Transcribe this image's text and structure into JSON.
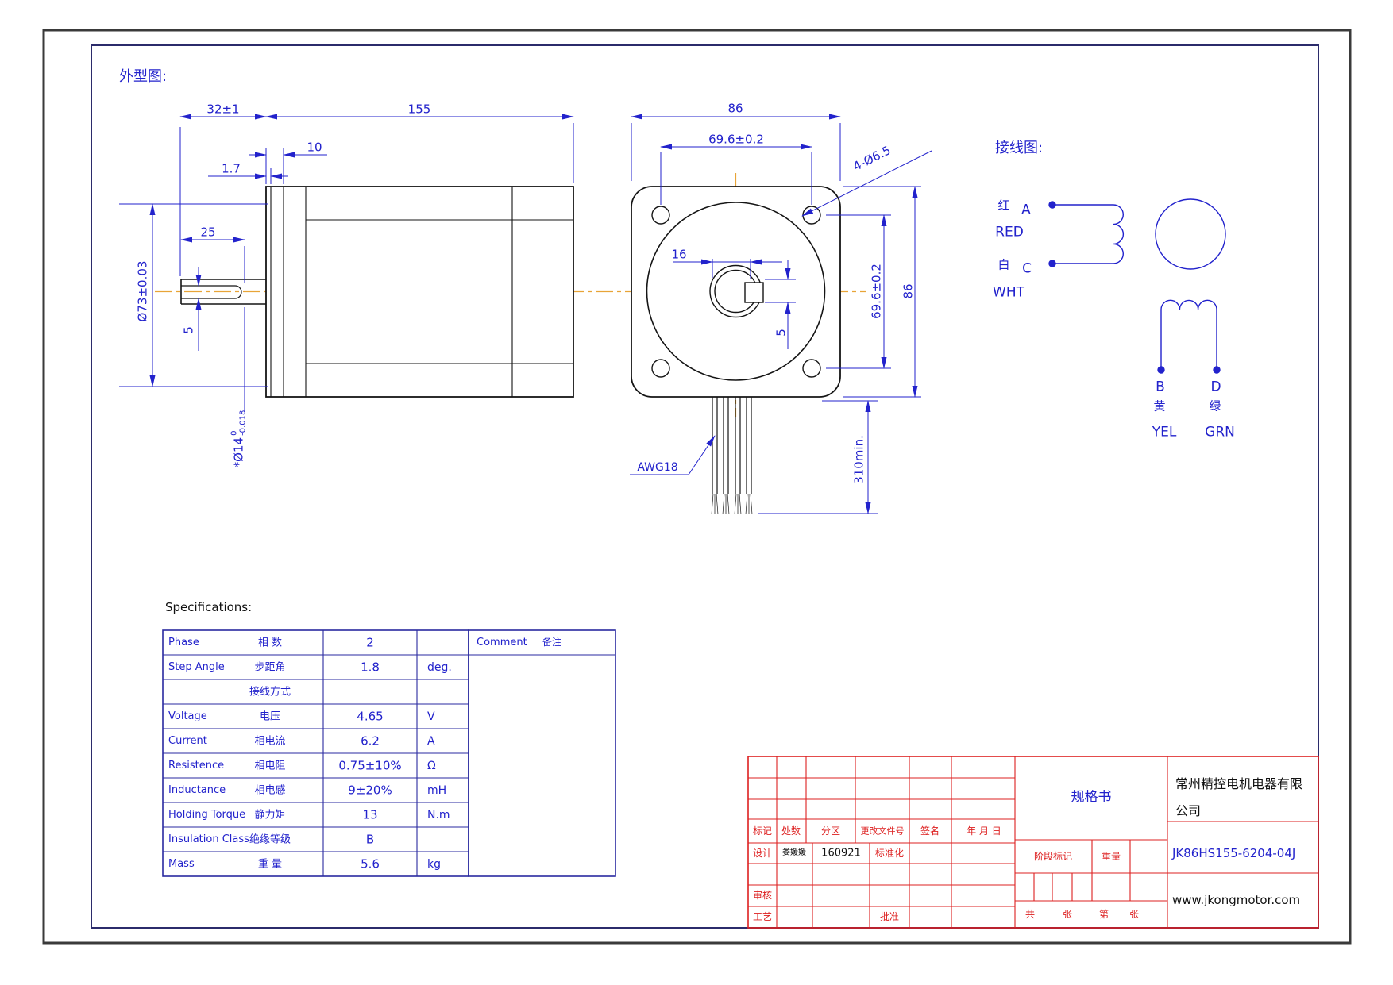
{
  "page": {
    "outline_label": "外型图:",
    "wiring_label": "接线图:",
    "specs_label": "Specifications:"
  },
  "dims": {
    "shaft_length": "32±1",
    "body_length": "155",
    "section_10": "10",
    "plate_1_7": "1.7",
    "key_length": "25",
    "pilot_dia": "Ø73±0.03",
    "key_depth_side": "5",
    "shaft_dia": "*Ø14",
    "shaft_tol_upper": "0",
    "shaft_tol_lower": "-0.018",
    "flange_width": "86",
    "hole_pitch_h": "69.6±0.2",
    "mount_holes": "4-Ø6.5",
    "key_offset": "16",
    "key_width": "5",
    "hole_pitch_v": "69.6±0.2",
    "flange_height": "86",
    "lead_length": "310min.",
    "wire_gauge": "AWG18"
  },
  "wiring": {
    "a_cn": "红",
    "a": "A",
    "a_en": "RED",
    "c_cn": "白",
    "c": "C",
    "c_en": "WHT",
    "b": "B",
    "b_cn": "黄",
    "b_en": "YEL",
    "d": "D",
    "d_cn": "绿",
    "d_en": "GRN"
  },
  "spec_table": {
    "comment_en": "Comment",
    "comment_cn": "备注",
    "rows": [
      {
        "en": "Phase",
        "cn": "相  数",
        "value": "2",
        "unit": ""
      },
      {
        "en": "Step Angle",
        "cn": "步距角",
        "value": "1.8",
        "unit": "deg."
      },
      {
        "en": "",
        "cn": "接线方式",
        "value": "",
        "unit": ""
      },
      {
        "en": "Voltage",
        "cn": "电压",
        "value": "4.65",
        "unit": "V"
      },
      {
        "en": "Current",
        "cn": "相电流",
        "value": "6.2",
        "unit": "A"
      },
      {
        "en": "Resistence",
        "cn": "相电阻",
        "value": "0.75±10%",
        "unit": "Ω"
      },
      {
        "en": "Inductance",
        "cn": "相电感",
        "value": "9±20%",
        "unit": "mH"
      },
      {
        "en": "Holding Torque",
        "cn": "静力矩",
        "value": "13",
        "unit": "N.m"
      },
      {
        "en": "Insulation Class",
        "cn": "绝缘等级",
        "value": "B",
        "unit": ""
      },
      {
        "en": "Mass",
        "cn": "重  量",
        "value": "5.6",
        "unit": "kg"
      }
    ]
  },
  "title_block": {
    "doc_type": "规格书",
    "company_line1": "常州精控电机电器有限",
    "company_line2": "公司",
    "part_number": "JK86HS155-6204-04J",
    "website": "www.jkongmotor.com",
    "mark": "标记",
    "count": "处数",
    "zone": "分区",
    "change_doc_no": "更改文件号",
    "signature": "签名",
    "date": "年 月 日",
    "design": "设计",
    "designer": "娄媛媛",
    "design_date": "160921",
    "standardization": "标准化",
    "check": "审核",
    "process": "工艺",
    "approve": "批准",
    "stage_mark": "阶段标记",
    "weight": "重量",
    "total": "共",
    "sheets": "张",
    "no": "第",
    "sheet2": "张"
  },
  "colors": {
    "dim_blue": "#2222cc",
    "centerline_orange": "#e8a437",
    "title_red": "#dd2020",
    "table_blue": "#2a2aa0"
  }
}
